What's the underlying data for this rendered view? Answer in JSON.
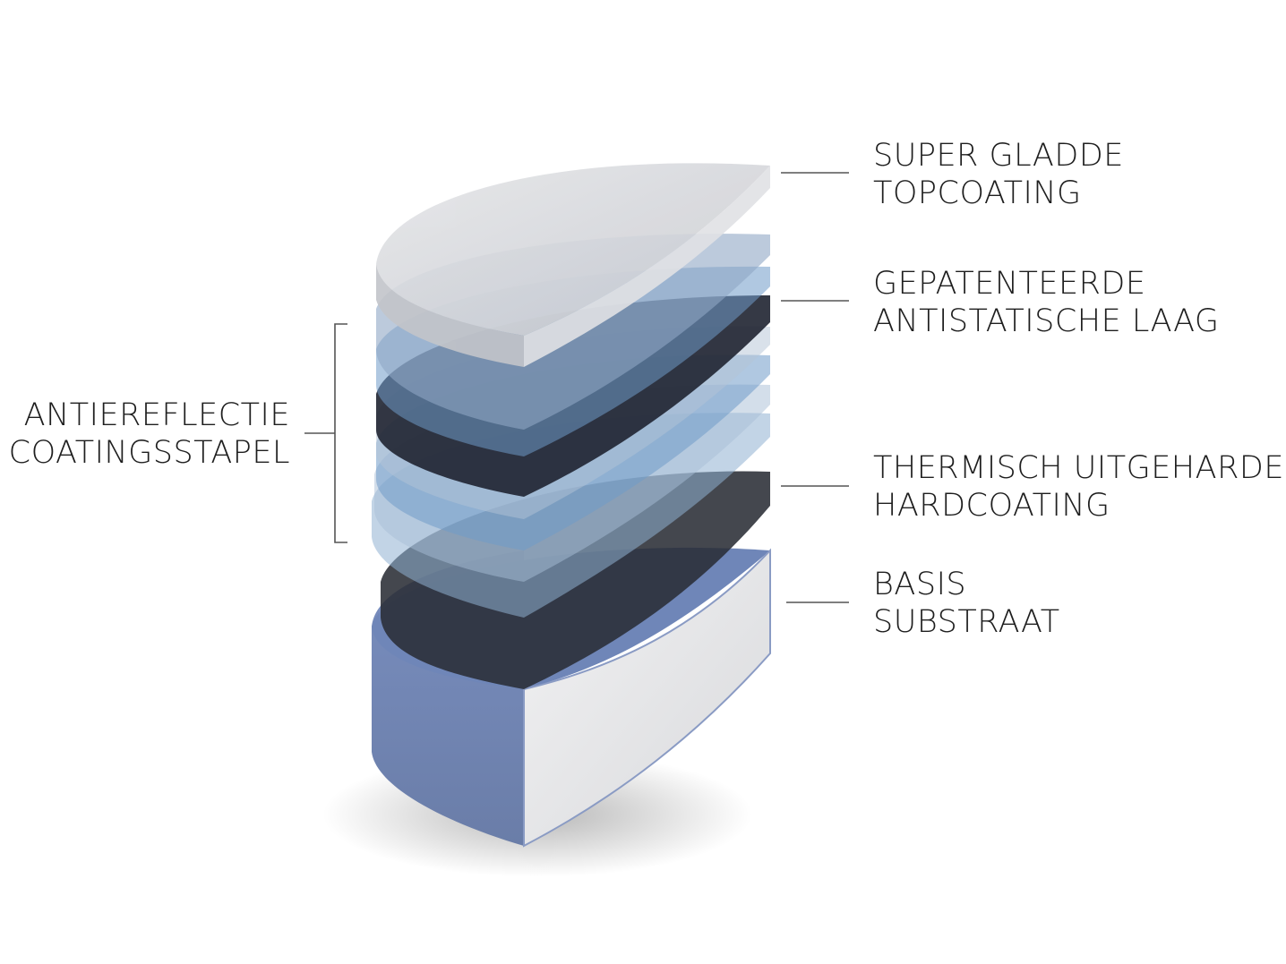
{
  "labels": {
    "topcoating": {
      "line1": "SUPER GLADDE",
      "line2": "TOPCOATING"
    },
    "antistatic": {
      "line1": "GEPATENTEERDE",
      "line2": "ANTISTATISCHE LAAG"
    },
    "hardcoat": {
      "line1": "THERMISCH UITGEHARDE",
      "line2": "HARDCOATING"
    },
    "substrate": {
      "line1": "BASIS",
      "line2": "SUBSTRAAT"
    },
    "ar_stack": {
      "line1": "ANTIEREFLECTIE",
      "line2": "COATINGSSTAPEL"
    }
  },
  "colors": {
    "topcoat": "#d9dadd",
    "ar_blue": "#8fb0d2",
    "ar_dark": "#1f2431",
    "hardcoat": "#2a2d35",
    "substrate_blue": "#6f86b8",
    "substrate_face": "#e6e6e8",
    "leader_line": "#555555"
  }
}
